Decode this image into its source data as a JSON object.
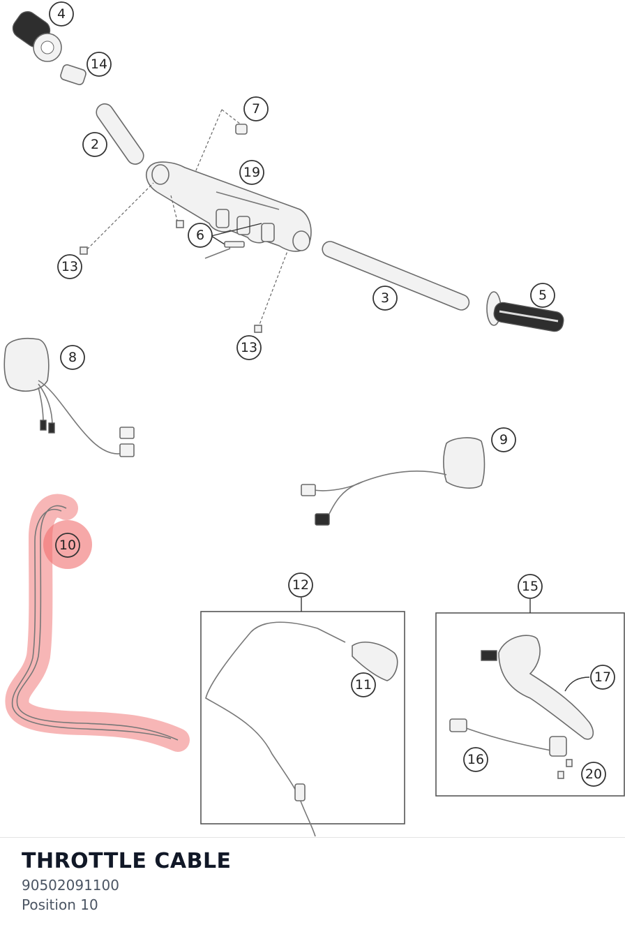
{
  "part": {
    "name": "THROTTLE CABLE",
    "number": "90502091100",
    "position": "Position 10"
  },
  "diagram": {
    "highlight_color": "#f06e6e",
    "callouts": [
      {
        "id": "c4",
        "label": "4"
      },
      {
        "id": "c14",
        "label": "14"
      },
      {
        "id": "c7",
        "label": "7"
      },
      {
        "id": "c2",
        "label": "2"
      },
      {
        "id": "c19",
        "label": "19"
      },
      {
        "id": "c6",
        "label": "6"
      },
      {
        "id": "c13a",
        "label": "13"
      },
      {
        "id": "c5",
        "label": "5"
      },
      {
        "id": "c3",
        "label": "3"
      },
      {
        "id": "c8",
        "label": "8"
      },
      {
        "id": "c13b",
        "label": "13"
      },
      {
        "id": "c9",
        "label": "9"
      },
      {
        "id": "c10",
        "label": "10"
      },
      {
        "id": "c12",
        "label": "12"
      },
      {
        "id": "c15",
        "label": "15"
      },
      {
        "id": "c17",
        "label": "17"
      },
      {
        "id": "c11",
        "label": "11"
      },
      {
        "id": "c16",
        "label": "16"
      },
      {
        "id": "c20",
        "label": "20"
      }
    ]
  }
}
